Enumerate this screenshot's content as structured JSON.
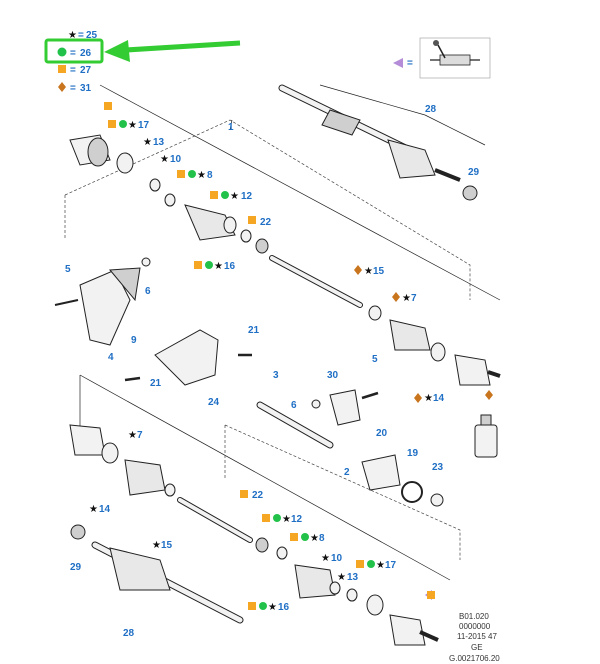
{
  "legend": {
    "top_value": "25",
    "green_value": "26",
    "orange_value": "27",
    "diamond_value": "31",
    "equals": "="
  },
  "caption": {
    "line1": "B01.020",
    "line2": "0000000",
    "line3": "11-2015 47",
    "line4": "GE",
    "line5": "G.0021706.20"
  },
  "colors": {
    "label_blue": "#1f6fc5",
    "highlight_green": "#22c24a",
    "orange_square": "#f5a623",
    "diamond_orange": "#c8751e",
    "triangle_purple": "#b58cd8",
    "arrow_green": "#33cc33"
  },
  "upper_labels": [
    "1",
    "17",
    "13",
    "10",
    "8",
    "12",
    "22",
    "16",
    "15",
    "7",
    "14",
    "28",
    "29",
    "5",
    "6",
    "9",
    "4",
    "21",
    "24",
    "21",
    "5",
    "3",
    "30",
    "6"
  ],
  "lower_labels": [
    "7",
    "14",
    "2",
    "20",
    "19",
    "23",
    "15",
    "22",
    "12",
    "8",
    "10",
    "17",
    "13",
    "16",
    "29",
    "28"
  ],
  "symbols": {
    "star": "★"
  }
}
